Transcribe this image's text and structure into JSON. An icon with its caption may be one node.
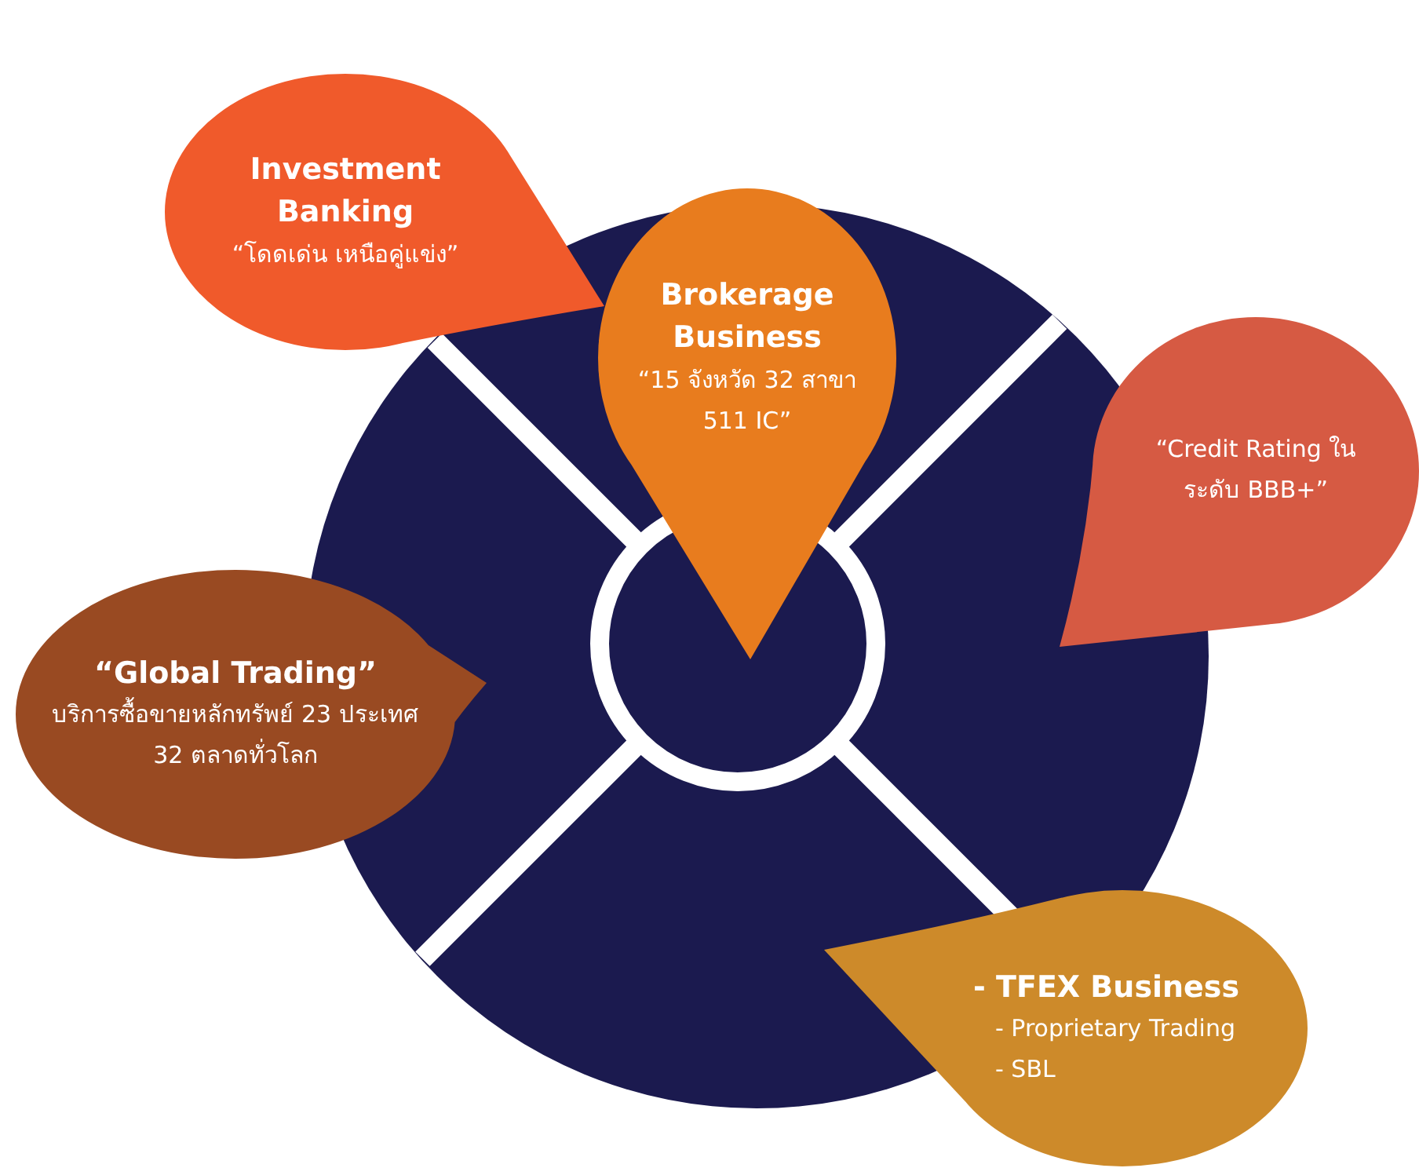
{
  "diagram": {
    "nodes": [
      {
        "text": [
          "Investment Banking",
          "“โดดเด่น เหนือคู่แข่ง”"
        ]
      },
      {
        "text": [
          "Brokerage Business",
          "“15 จังหวัด 32 สาขา 511 IC”"
        ]
      },
      {
        "text": [
          "“Credit Rating ในระดับ BBB+”"
        ]
      },
      {
        "text": [
          "“Global Trading”",
          "บริการซื้อขายหลักทรัพย์ 23 ประเทศ 32 ตลาดทั่วโลก"
        ]
      },
      {
        "text": [
          "- TFEX Business",
          "- Proprietary Trading",
          "- SBL"
        ]
      }
    ],
    "edges": []
  }
}
